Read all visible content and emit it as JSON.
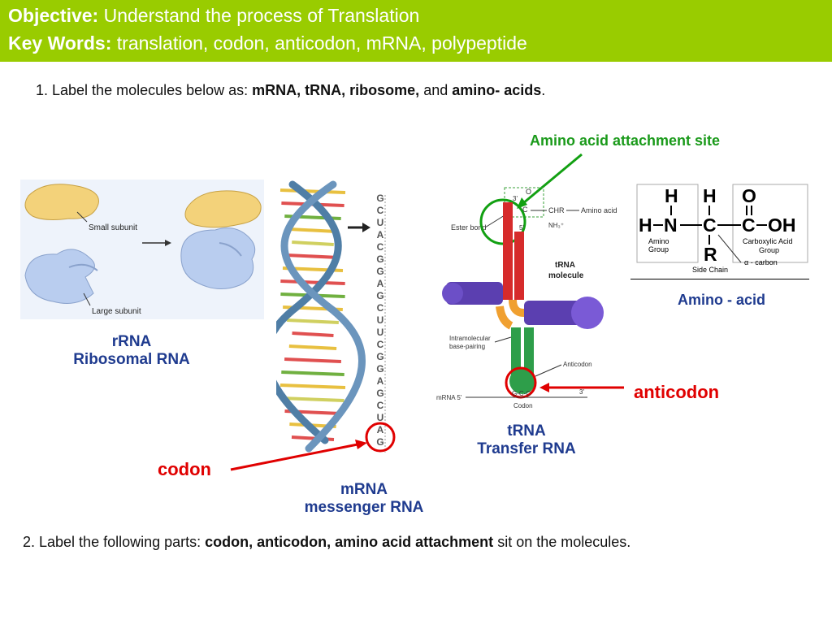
{
  "header": {
    "objective_label": "Objective:",
    "objective_text": " Understand the process of Translation",
    "keywords_label": "Key Words:",
    "keywords_text": " translation, codon, anticodon, mRNA, polypeptide"
  },
  "question1": {
    "prefix": "1. Label the molecules below as: ",
    "terms": "mRNA, tRNA, ribosome,",
    "and_word": " and ",
    "last_term": "amino- acids",
    "end": "."
  },
  "question2": {
    "prefix": "2. Label the following parts: ",
    "terms": "codon, anticodon, amino acid attachment",
    "suffix": " sit on the molecules."
  },
  "ribosome": {
    "small_subunit_label": "Small subunit",
    "large_subunit_label": "Large subunit",
    "caption_line1": "rRNA",
    "caption_line2": "Ribosomal RNA"
  },
  "mrna": {
    "sequence": [
      "G",
      "C",
      "U",
      "A",
      "C",
      "G",
      "G",
      "A",
      "G",
      "C",
      "U",
      "U",
      "C",
      "G",
      "G",
      "A",
      "G",
      "C",
      "U",
      "A",
      "G"
    ],
    "caption_line1": "mRNA",
    "caption_line2": "messenger RNA",
    "codon_label": "codon"
  },
  "trna": {
    "ester_bond_label": "Ester bond",
    "amino_acid_label": "Amino acid",
    "chr_label": "CHR",
    "nh3_label": "NH₃⁺",
    "o_label": "O",
    "c_label": "C",
    "three_prime_label": "3'",
    "five_prime_label": "5'",
    "molecule_label_1": "tRNA",
    "molecule_label_2": "molecule",
    "intramolecular_label_1": "Intramolecular",
    "intramolecular_label_2": "base-pairing",
    "anticodon_small_label": "Anticodon",
    "mrna_small_label": "mRNA 5'",
    "mrna_3prime_label": "3'",
    "codon_small_label": "Codon",
    "codon_bases": "G-C-C",
    "caption_line1": "tRNA",
    "caption_line2": "Transfer RNA",
    "attachment_site_label": "Amino acid attachment site",
    "anticodon_label": "anticodon"
  },
  "amino_acid": {
    "h_top_left": "H",
    "h_top_right": "H",
    "o_top": "O",
    "h_left": "H",
    "n": "N",
    "c_center": "C",
    "c_right": "C",
    "oh": "OH",
    "r": "R",
    "amino_group_1": "Amino",
    "amino_group_2": "Group",
    "carboxylic_1": "Carboxylic Acid",
    "carboxylic_2": "Group",
    "side_chain": "Side Chain",
    "alpha_carbon": "α - carbon",
    "caption": "Amino - acid"
  }
}
